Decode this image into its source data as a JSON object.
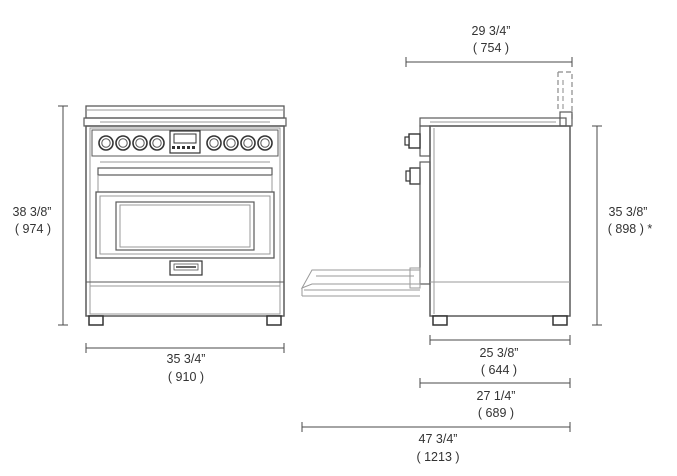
{
  "dimensions": {
    "height_total": {
      "imperial": "38 3/8”",
      "metric": "( 974 )"
    },
    "width_front": {
      "imperial": "35 3/4”",
      "metric": "( 910 )"
    },
    "depth_top": {
      "imperial": "29 3/4”",
      "metric": "( 754 )"
    },
    "height_side": {
      "imperial": "35 3/8”",
      "metric": "( 898 ) *"
    },
    "depth_body": {
      "imperial": "25 3/8”",
      "metric": "( 644 )"
    },
    "depth_with_handle": {
      "imperial": "27 1/4”",
      "metric": "( 689 )"
    },
    "depth_door_open": {
      "imperial": "47 3/4”",
      "metric": "( 1213 )"
    }
  },
  "front_view": {
    "knob_count_left": 4,
    "knob_count_right": 4
  },
  "colors": {
    "line": "#5a5a5a",
    "dimension": "#4a4a4a",
    "text": "#333333"
  }
}
